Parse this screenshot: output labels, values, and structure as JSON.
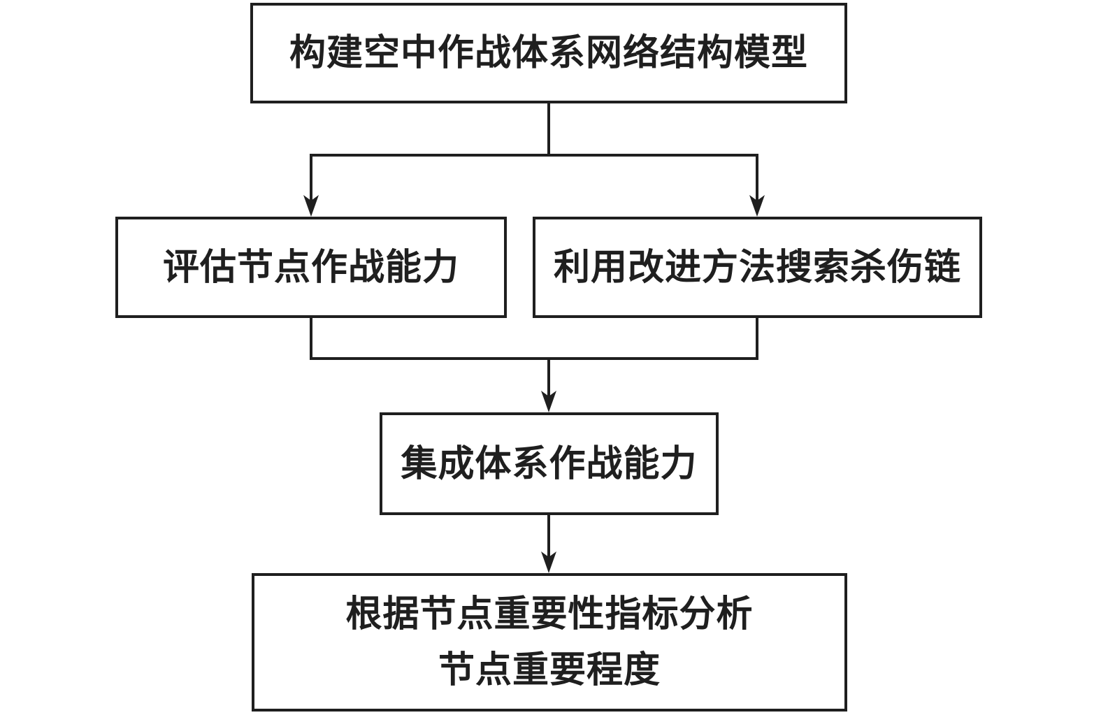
{
  "diagram": {
    "type": "flowchart",
    "colors": {
      "line": "#1f1f1f",
      "text": "#1f1f1f",
      "background": "#ffffff"
    },
    "nodes": {
      "build_model": {
        "label": "构建空中作战体系网络结构模型"
      },
      "evaluate_node_capability": {
        "label": "评估节点作战能力"
      },
      "search_kill_chain": {
        "label": "利用改进方法搜索杀伤链"
      },
      "integrate_system_capability": {
        "label": "集成体系作战能力"
      },
      "analyze_node_importance": {
        "line1": "根据节点重要性指标分析",
        "line2": "节点重要程度"
      }
    },
    "edges": [
      {
        "from": "build_model",
        "to": "evaluate_node_capability"
      },
      {
        "from": "build_model",
        "to": "search_kill_chain"
      },
      {
        "from": "evaluate_node_capability",
        "to": "integrate_system_capability"
      },
      {
        "from": "search_kill_chain",
        "to": "integrate_system_capability"
      },
      {
        "from": "integrate_system_capability",
        "to": "analyze_node_importance"
      }
    ]
  }
}
